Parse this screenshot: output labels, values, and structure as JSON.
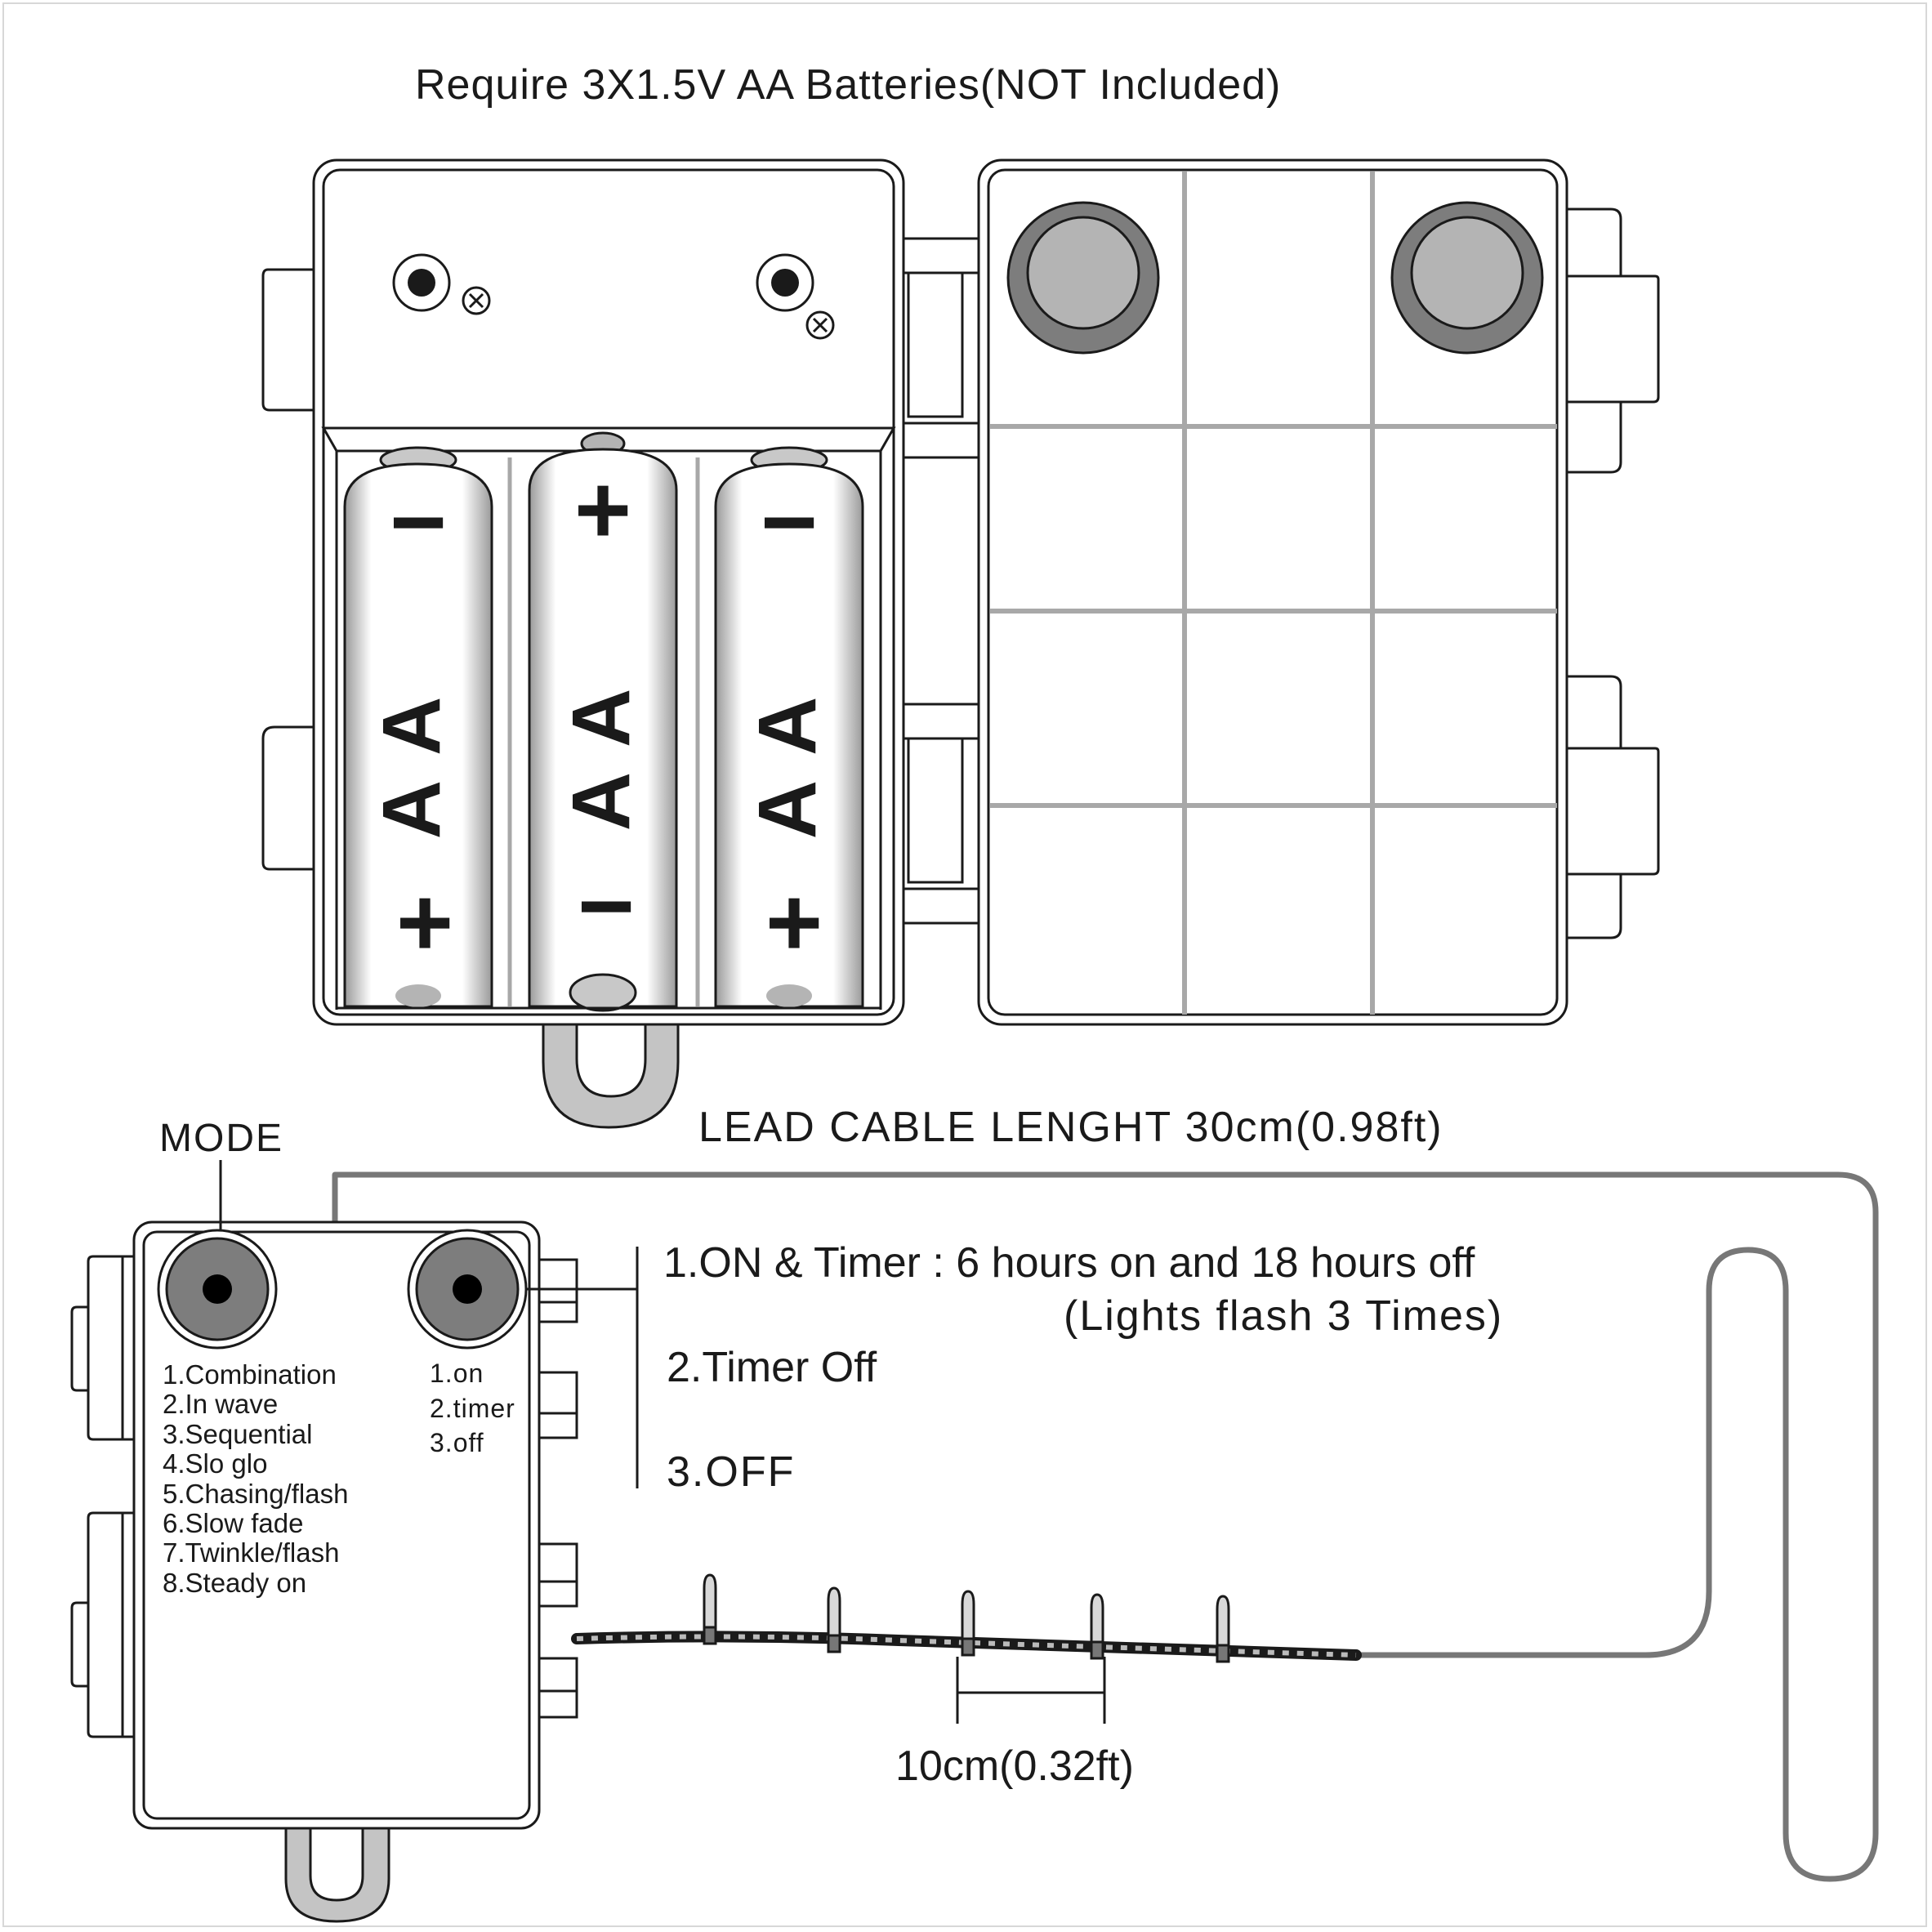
{
  "title": "Require 3X1.5V AA Batteries(NOT Included)",
  "battery_box": {
    "batteries": [
      {
        "type": "AA",
        "top_terminal": "−",
        "bottom_terminal": "+"
      },
      {
        "type": "AA",
        "top_terminal": "+",
        "bottom_terminal": "−"
      },
      {
        "type": "AA",
        "top_terminal": "−",
        "bottom_terminal": "+"
      }
    ]
  },
  "controller": {
    "mode_button_label": "MODE",
    "modes": [
      "1.Combination",
      "2.In wave",
      "3.Sequential",
      "4.Slo glo",
      "5.Chasing/flash",
      "6.Slow fade",
      "7.Twinkle/flash",
      "8.Steady on"
    ],
    "power_options": [
      "1.on",
      "2.timer",
      "3.off"
    ]
  },
  "timer_notes": {
    "on_timer": "1.ON & Timer : 6 hours on and 18 hours off",
    "on_timer_sub": "(Lights flash 3 Times)",
    "timer_off": "2.Timer Off",
    "off": "3.OFF"
  },
  "lead_cable_label": "LEAD CABLE LENGHT 30cm(0.98ft)",
  "bulb_spacing_label": "10cm(0.32ft)",
  "colors": {
    "line": "#1a1a1a",
    "button_gray": "#7d7d7d",
    "button_light": "#b4b4b4",
    "grid_gray": "#a8a8a8",
    "cable_gray": "#777777"
  }
}
